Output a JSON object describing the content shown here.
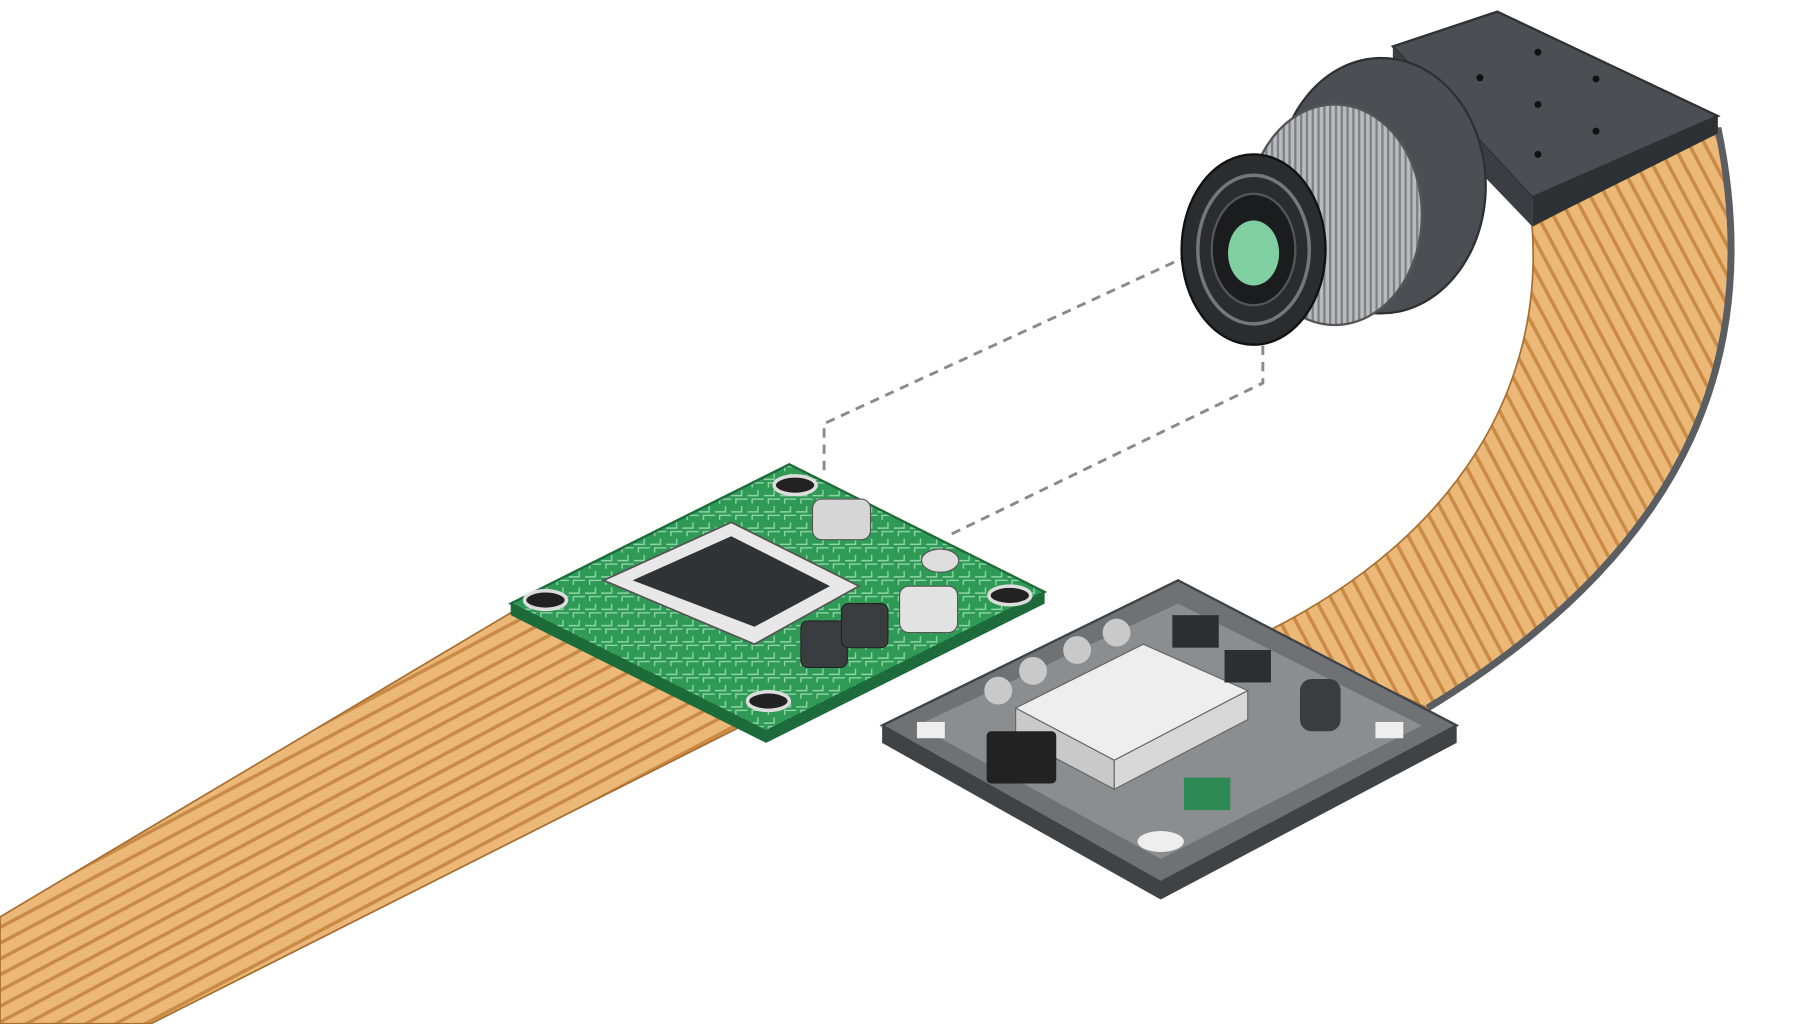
{
  "illustration": {
    "colors": {
      "background": "#ffffff",
      "pcb_green": "#2e9a55",
      "pcb_edge": "#1d6b3a",
      "chip": "#2f3336",
      "ribbon_copper": "#e9b473",
      "ribbon_stripe": "#c98a45",
      "module_gray": "#6e7275",
      "module_dark": "#4a4e51",
      "camera_body": "#4b4f53",
      "lens_glass": "#7fcfa0",
      "dashed_line": "#8a8a8a"
    },
    "icons": [
      "camera-lens",
      "pcb-board",
      "sensor-module",
      "ribbon-cable"
    ]
  }
}
